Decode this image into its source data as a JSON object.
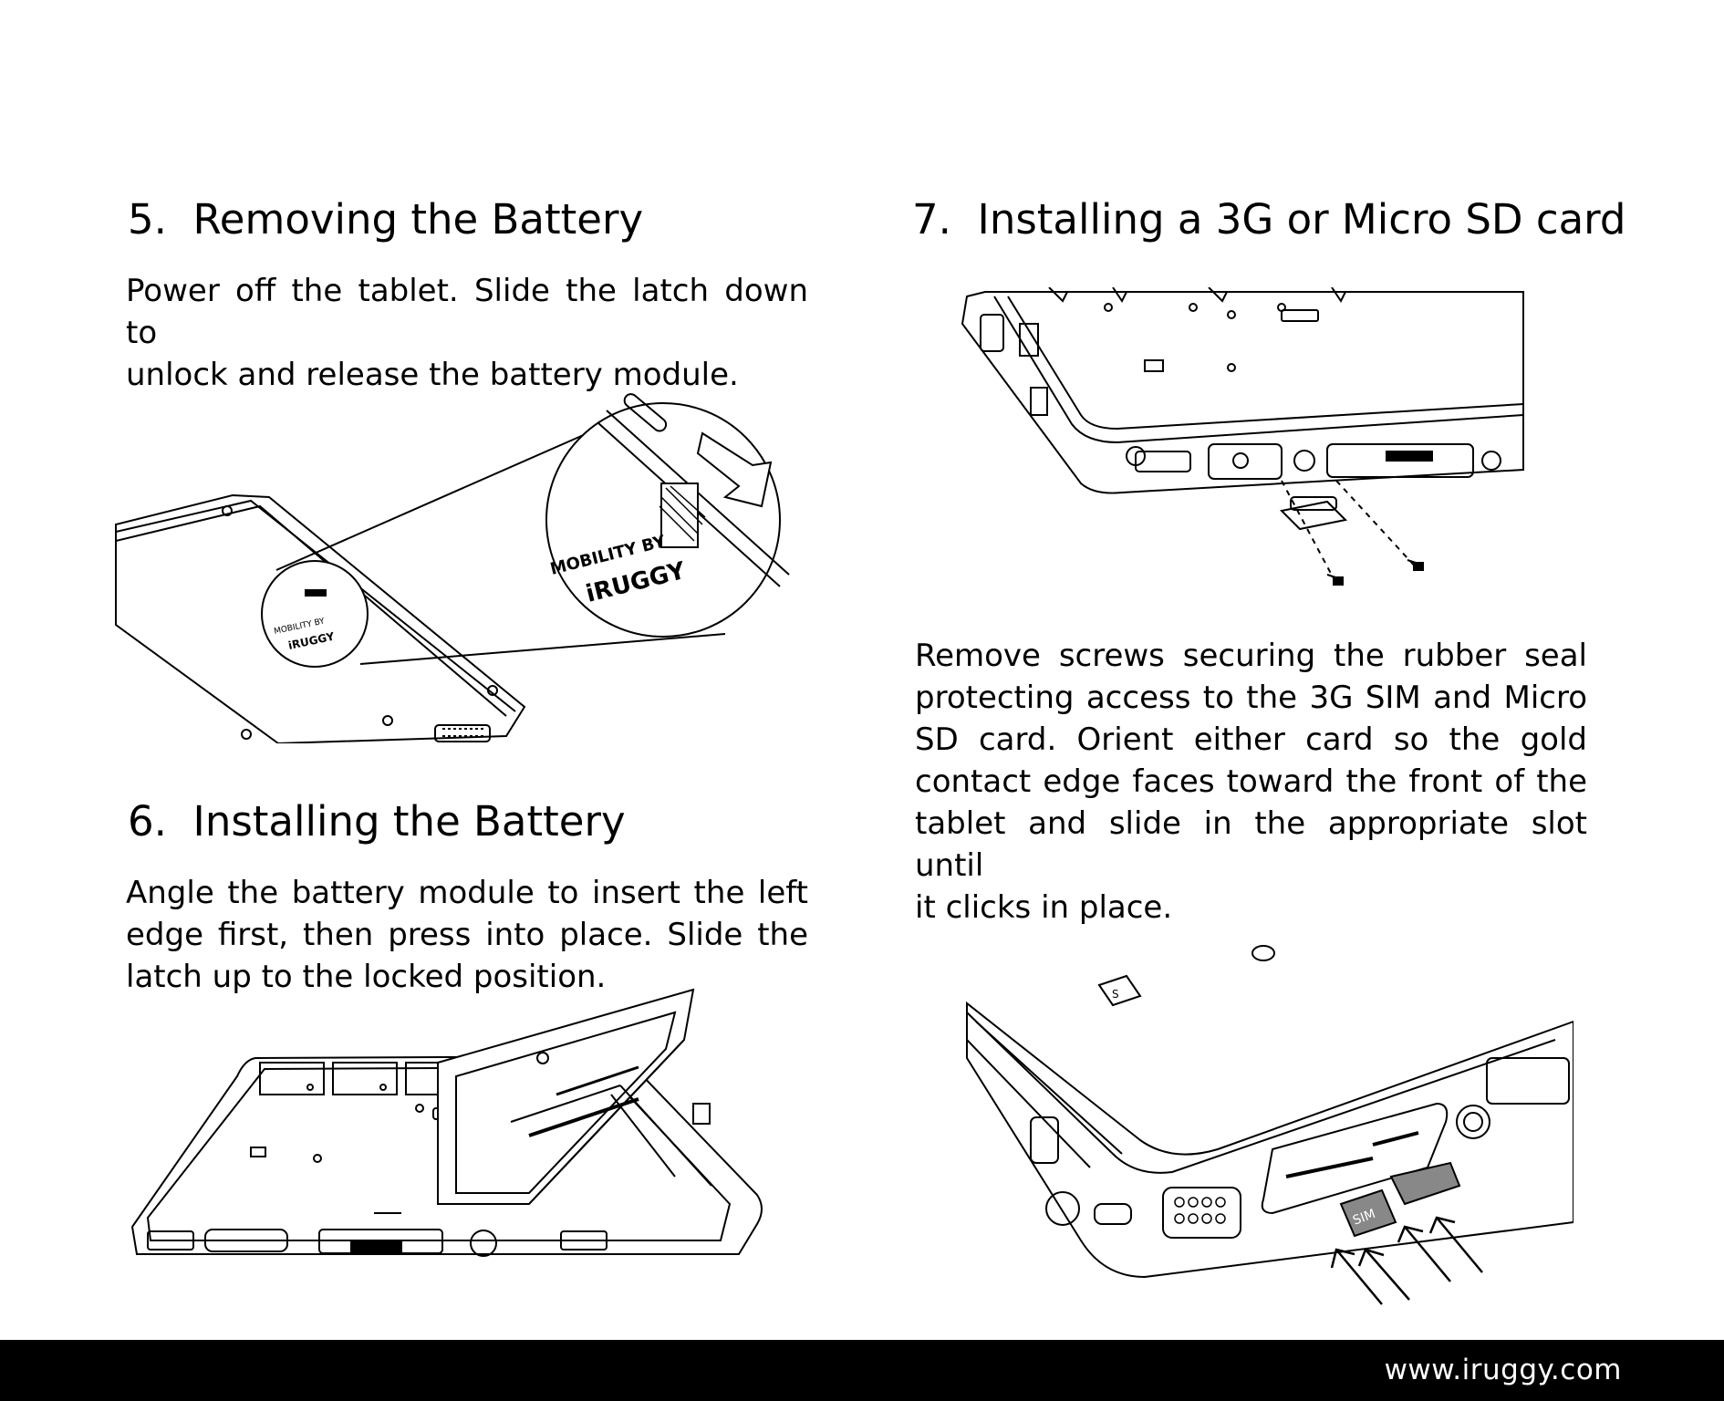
{
  "sections": [
    {
      "number": "5.",
      "title": "Removing the Battery",
      "lines": [
        "Power off the tablet.  Slide the latch down to",
        "unlock and release the battery module."
      ]
    },
    {
      "number": "6.",
      "title": "Installing the Battery",
      "lines": [
        "Angle the battery module to insert the left",
        "edge first, then press into place.  Slide the",
        "latch up to the locked position."
      ]
    },
    {
      "number": "7.",
      "title": "Installing a 3G or Micro SD card",
      "lines": [
        "Remove screws securing the rubber seal",
        "protecting access to the 3G SIM and Micro",
        "SD card.  Orient either card so the gold",
        "contact edge faces toward the front of the",
        "tablet and slide in the appropriate slot until",
        "it clicks in place."
      ]
    }
  ],
  "figure_labels": {
    "mobility_by": "MOBILITY BY",
    "brand": "iRUGGY",
    "sim": "SIM"
  },
  "footer": {
    "url": "www.iruggy.com"
  }
}
